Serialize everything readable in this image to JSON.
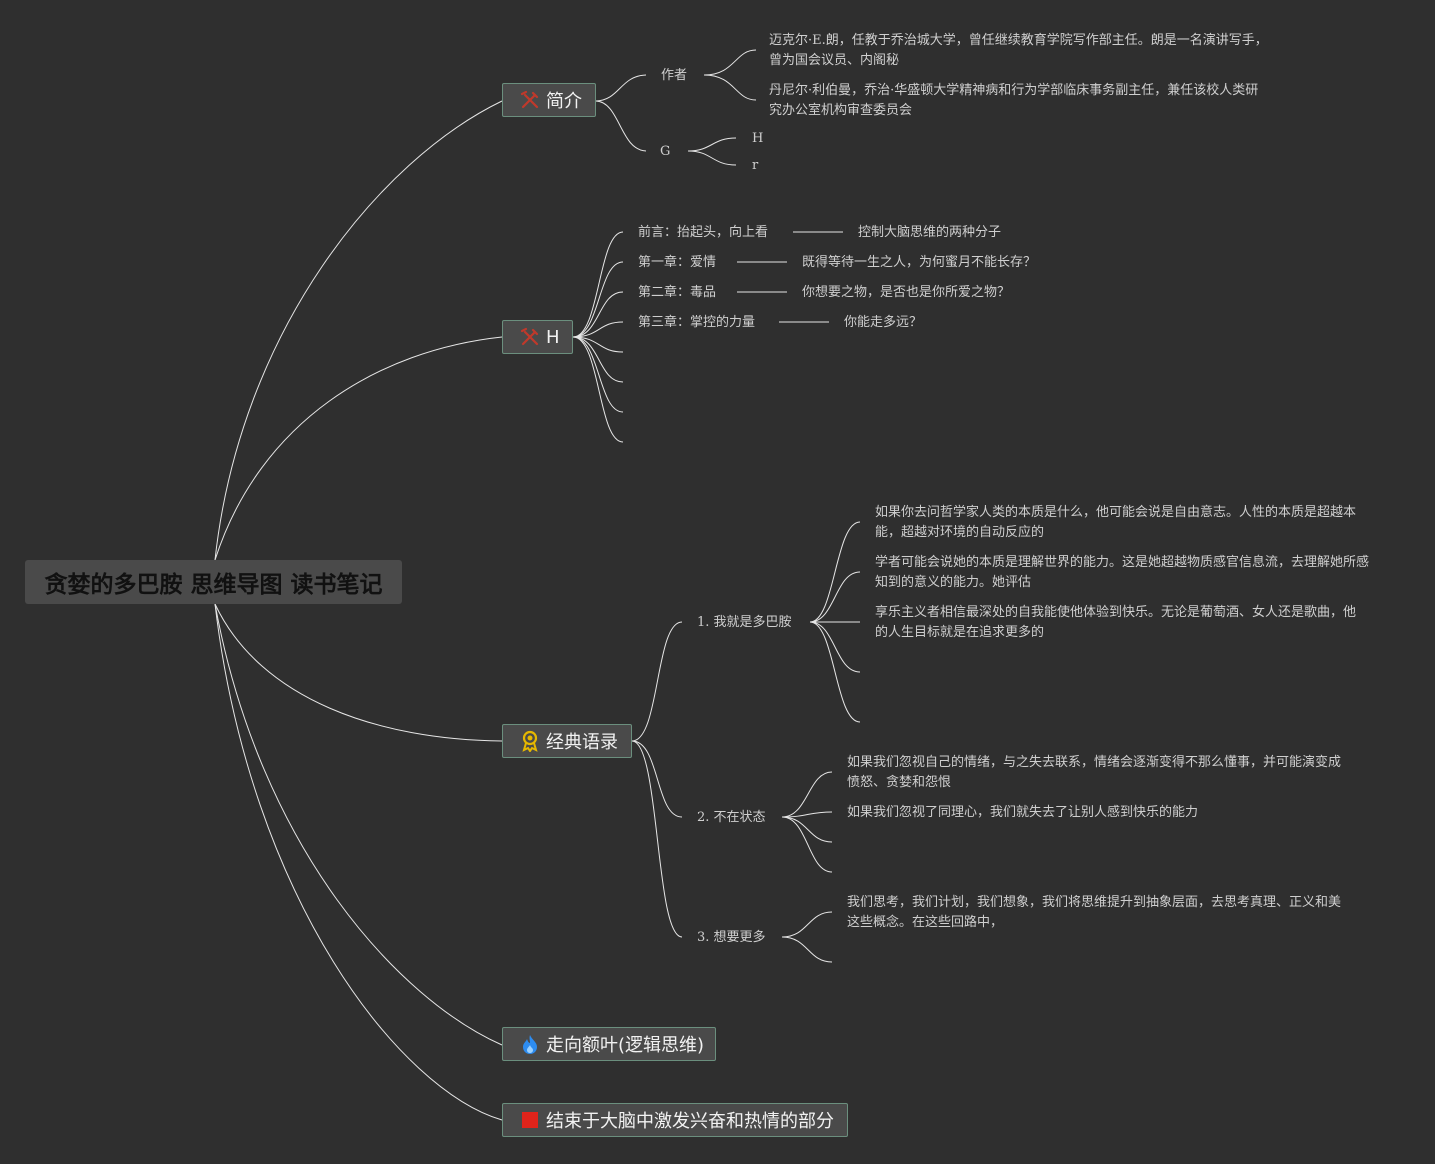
{
  "root": {
    "title": "贪婪的多巴胺 思维导图 读书笔记"
  },
  "branches": [
    {
      "label": "简介",
      "icon": "tools-icon",
      "icon_color": "#c0392b"
    },
    {
      "label": "H",
      "icon": "tools-icon",
      "icon_color": "#c0392b"
    },
    {
      "label": "经典语录",
      "icon": "award-medal-icon",
      "icon_color": "#e6b800"
    },
    {
      "label": "走向额叶(逻辑思维)",
      "icon": "flame-icon",
      "icon_color": "#2d8cf0"
    },
    {
      "label": "结束于大脑中激发兴奋和热情的部分",
      "icon": "red-square-icon",
      "icon_color": "#e0241b"
    }
  ],
  "intro": {
    "author_label": "作者",
    "author_1": "迈克尔·E.朗，任教于乔治城大学，曾任继续教育学院写作部主任。朗是一名演讲写手，曾为国会议员、内阁秘",
    "author_2": "丹尼尔·利伯曼，乔治·华盛顿大学精神病和行为学部临床事务副主任，兼任该校人类研究办公室机构审查委员会",
    "g_label": "G",
    "g_child_1": "H",
    "g_child_2": "r"
  },
  "chapters": [
    {
      "title": "前言：抬起头，向上看",
      "detail": "控制大脑思维的两种分子"
    },
    {
      "title": "第一章：爱情",
      "detail": "既得等待一生之人，为何蜜月不能长存？"
    },
    {
      "title": "第二章：毒品",
      "detail": "你想要之物，是否也是你所爱之物？"
    },
    {
      "title": "第三章：掌控的力量",
      "detail": "你能走多远？"
    }
  ],
  "quotes": [
    {
      "title": "1. 我就是多巴胺",
      "items": [
        "如果你去问哲学家人类的本质是什么，他可能会说是自由意志。人性的本质是超越本能，超越对环境的自动反应的",
        "学者可能会说她的本质是理解世界的能力。这是她超越物质感官信息流，去理解她所感知到的意义的能力。她评估",
        "享乐主义者相信最深处的自我能使他体验到快乐。无论是葡萄酒、女人还是歌曲，他的人生目标就是在追求更多的"
      ]
    },
    {
      "title": "2. 不在状态",
      "items": [
        "如果我们忽视自己的情绪，与之失去联系，情绪会逐渐变得不那么懂事，并可能演变成愤怒、贪婪和怨恨",
        "如果我们忽视了同理心，我们就失去了让别人感到快乐的能力"
      ]
    },
    {
      "title": "3. 想要更多",
      "items": [
        "我们思考，我们计划，我们想象，我们将思维提升到抽象层面，去思考真理、正义和美这些概念。在这些回路中，"
      ]
    }
  ]
}
